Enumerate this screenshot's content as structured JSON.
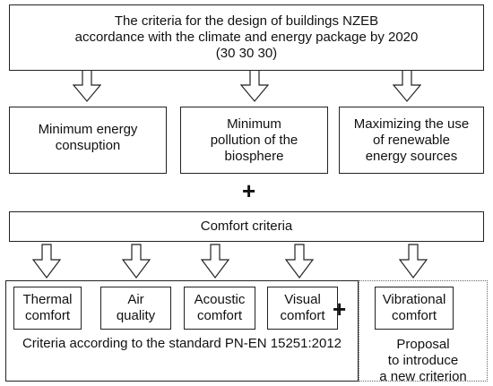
{
  "title": {
    "line1": "The criteria for the design of buildings NZEB",
    "line2": "accordance with the climate and energy package by 2020",
    "line3": "(30 30 30)"
  },
  "goals": [
    {
      "line1": "Minimum energy",
      "line2": "consuption",
      "line3": ""
    },
    {
      "line1": "Minimum",
      "line2": "pollution of the",
      "line3": "biosphere"
    },
    {
      "line1": "Maximizing the use",
      "line2": "of renewable",
      "line3": "energy sources"
    }
  ],
  "plus_symbol": "+",
  "comfort_criteria": "Comfort criteria",
  "standard_criteria": [
    {
      "line1": "Thermal",
      "line2": "comfort"
    },
    {
      "line1": "Air",
      "line2": "quality"
    },
    {
      "line1": "Acoustic",
      "line2": "comfort"
    },
    {
      "line1": "Visual",
      "line2": "comfort"
    }
  ],
  "standard_caption": "Criteria according to the standard PN-EN 15251:2012",
  "proposed_criterion": {
    "line1": "Vibrational",
    "line2": "comfort"
  },
  "proposal_caption": {
    "line1": "Proposal",
    "line2": "to introduce",
    "line3": "a new criterion"
  }
}
